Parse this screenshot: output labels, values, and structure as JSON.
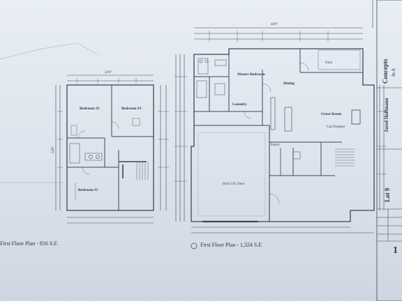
{
  "second_floor": {
    "caption": "First Floor Plan - 816 S.F.",
    "bedroom2": "Bedroom #2",
    "bedroom3": "Bedroom #3",
    "bedroom1": "Bedroom #1",
    "dim_top": "24'0\"",
    "dim_side": "34'0\""
  },
  "first_floor": {
    "caption": "First Floor Plan - 1,324 S.F.",
    "master_bedroom": "Master Bedroom",
    "dining": "Dining",
    "laundry": "Laundry",
    "great_room": "Great Room",
    "gas_fireplace": "Gas fireplace",
    "pantry": "Pantry",
    "garage_door": "16x8 O.H. Door",
    "patio": "Patio",
    "dim_top": "48'0\""
  },
  "title_block": {
    "company_line1": "Concepts",
    "company_line2": "In",
    "company_line3": "A",
    "client": "Jared Hoffmann",
    "lot_label": "Lot 9",
    "sheet_num": "1"
  },
  "colors": {
    "paper": "#e3e8f0",
    "line": "#3d4556"
  }
}
